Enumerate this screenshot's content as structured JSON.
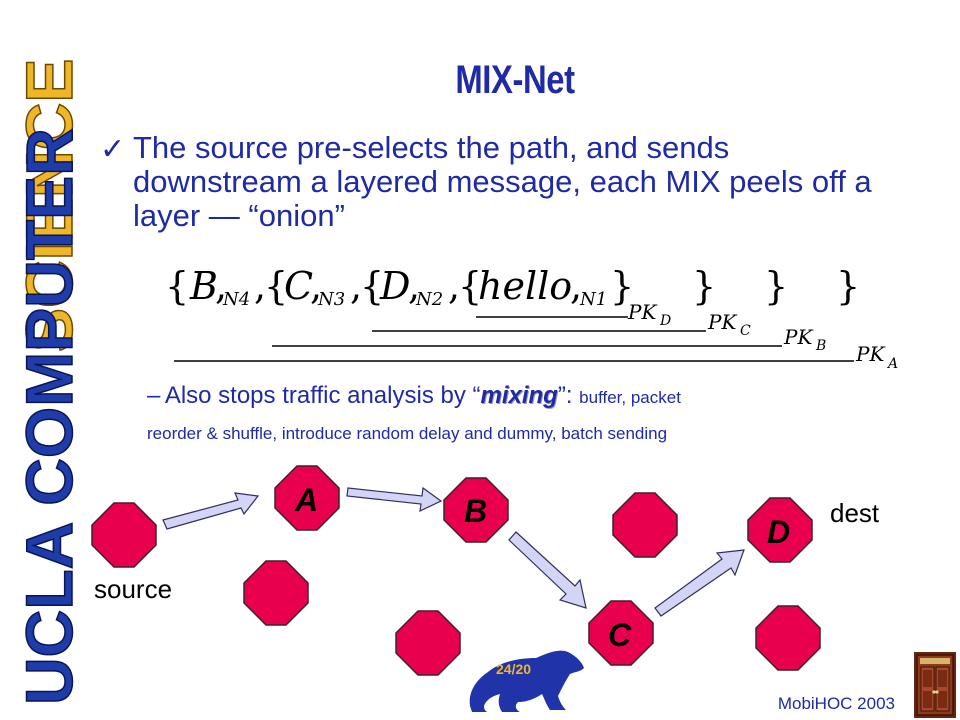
{
  "sidebar": {
    "text_top": "SCIENCE",
    "text_bottom": "UCLA COMPUTER"
  },
  "slide": {
    "title": "MIX-Net",
    "bullet": "The source pre-selects the path, and sends downstream a layered message, each MIX peels off a layer — “onion”",
    "formula": {
      "b": "B",
      "n4": "N4",
      "c": "C",
      "n3": "N3",
      "d": "D",
      "n2": "N2",
      "hello": "hello",
      "n1": "N1",
      "pkd": "PK",
      "pkd_sub": "D",
      "pkc": "PK",
      "pkc_sub": "C",
      "pkb": "PK",
      "pkb_sub": "B",
      "pka": "PK",
      "pka_sub": "A"
    },
    "sub_bullet": {
      "dash": "–",
      "lead": "Also stops traffic analysis by “",
      "mixing": "mixing",
      "close": "”: ",
      "rest1": "buffer, packet",
      "rest2": "reorder & shuffle, introduce random delay and dummy, batch sending"
    }
  },
  "diagram": {
    "nodes": [
      {
        "id": "src",
        "label": ""
      },
      {
        "id": "A",
        "label": "A"
      },
      {
        "id": "B",
        "label": "B"
      },
      {
        "id": "n4",
        "label": ""
      },
      {
        "id": "D",
        "label": "D"
      },
      {
        "id": "n6",
        "label": ""
      },
      {
        "id": "n7",
        "label": ""
      },
      {
        "id": "C",
        "label": "C"
      },
      {
        "id": "n9",
        "label": ""
      }
    ],
    "source_label": "source",
    "dest_label": "dest"
  },
  "footer": {
    "page": "24/20",
    "conference": "MobiHOC 2003"
  },
  "colors": {
    "title": "#1f2aa6",
    "node_fill": "#e8004f",
    "arrow_fill": "#d4d4f7",
    "sidebar_gold": "#f0b62a",
    "sidebar_blue": "#1f3cab"
  }
}
